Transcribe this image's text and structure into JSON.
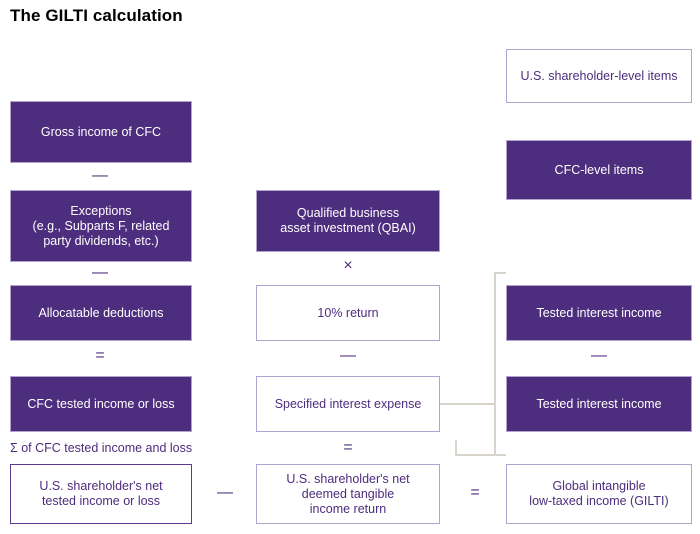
{
  "page": {
    "title": "The GILTI calculation",
    "colors": {
      "purple": "#4d2d7d",
      "light_border": "#b0a3cd",
      "connector": "#d8d4cb",
      "background": "#ffffff",
      "title_text": "#000000"
    }
  },
  "legend": {
    "shareholder_items": "U.S. shareholder-level items",
    "cfc_items": "CFC-level items"
  },
  "columns": {
    "left": {
      "boxes": [
        {
          "label": "Gross income of CFC",
          "style": "filled"
        },
        {
          "label": "Exceptions\n(e.g., Subparts F, related\nparty dividends, etc.)",
          "style": "filled"
        },
        {
          "label": "Allocatable deductions",
          "style": "filled"
        },
        {
          "label": "CFC tested income or loss",
          "style": "filled"
        },
        {
          "label": "U.S. shareholder's net\ntested income or loss",
          "style": "outline-strong"
        }
      ],
      "operators": [
        "—",
        "—",
        "="
      ],
      "caption": "Σ of CFC tested income and loss"
    },
    "middle": {
      "boxes": [
        {
          "label": "Qualified business\nasset investment (QBAI)",
          "style": "filled"
        },
        {
          "label": "10% return",
          "style": "outline"
        },
        {
          "label": "Specified interest expense",
          "style": "outline"
        },
        {
          "label": "U.S. shareholder's net\ndeemed tangible\nincome return",
          "style": "outline"
        }
      ],
      "operators": [
        "×",
        "—",
        "="
      ]
    },
    "right": {
      "boxes": [
        {
          "label": "Tested interest income",
          "style": "filled"
        },
        {
          "label": "Tested interest income",
          "style": "filled"
        },
        {
          "label": "Global intangible\nlow-taxed income (GILTI)",
          "style": "outline"
        }
      ],
      "operators": [
        "—"
      ]
    }
  },
  "row_operators": {
    "minus_left_middle": "—",
    "equals_middle_right": "="
  }
}
